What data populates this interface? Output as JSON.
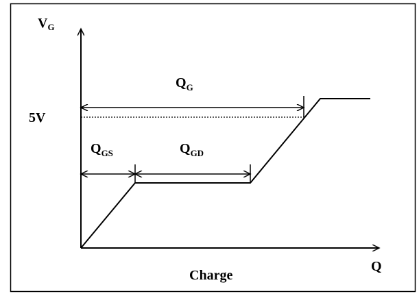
{
  "labels": {
    "y_axis_main": "V",
    "y_axis_sub": "G",
    "x_axis_end": "Q",
    "x_axis_title": "Charge",
    "voltage_level": "5V",
    "total_gate_charge_main": "Q",
    "total_gate_charge_sub": "G",
    "gate_source_charge_main": "Q",
    "gate_source_charge_sub": "GS",
    "gate_drain_charge_main": "Q",
    "gate_drain_charge_sub": "GD"
  },
  "colors": {
    "line": "#000000",
    "background": "#ffffff"
  }
}
